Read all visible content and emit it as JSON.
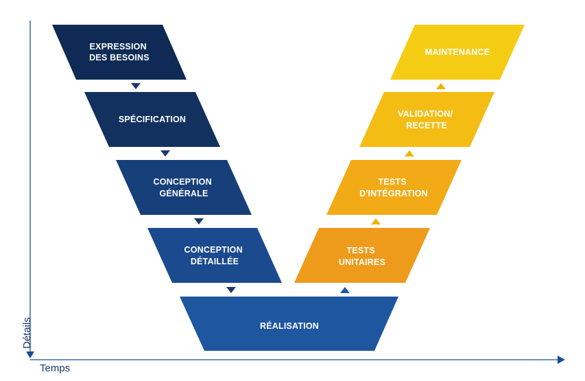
{
  "axes": {
    "x_label": "Temps",
    "y_label": "Détails"
  },
  "colors": {
    "axis": "#1a4d94",
    "arrow_down": "#1b3a6e",
    "arrow_up_yellow": "#f0b400",
    "arrow_up_blue": "#1f56a3"
  },
  "descending_stages": [
    {
      "lines": [
        "EXPRESSION",
        "DES BESOINS"
      ],
      "color": "#0e2a55"
    },
    {
      "lines": [
        "SPÉCIFICATION"
      ],
      "color": "#12315f"
    },
    {
      "lines": [
        "CONCEPTION",
        "GÉNÉRALE"
      ],
      "color": "#173f7a"
    },
    {
      "lines": [
        "CONCEPTION",
        "DÉTAILLÉE"
      ],
      "color": "#1b4a8e"
    }
  ],
  "bottom_stage": {
    "lines": [
      "RÉALISATION"
    ],
    "color": "#1e56a0"
  },
  "ascending_stages": [
    {
      "lines": [
        "TESTS",
        "UNITAIRES"
      ],
      "color": "#ee9a1a"
    },
    {
      "lines": [
        "TESTS",
        "D'INTÉGRATION"
      ],
      "color": "#f2ab16"
    },
    {
      "lines": [
        "VALIDATION/",
        "RECETTE"
      ],
      "color": "#f4bd14"
    },
    {
      "lines": [
        "MAINTENANCE"
      ],
      "color": "#f5cc14"
    }
  ]
}
